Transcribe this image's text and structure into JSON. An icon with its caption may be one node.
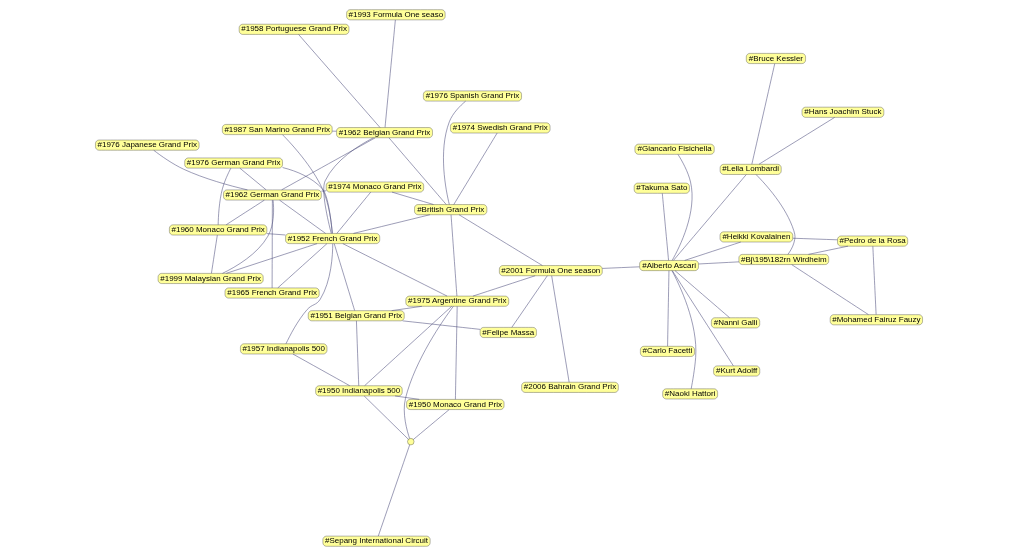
{
  "diagram": {
    "nodes": [
      {
        "text": [
          "#1950 Monaco Grand Prix"
        ]
      },
      {
        "text": [
          "#1950 Indianapolis 500"
        ]
      },
      {
        "text": [
          "#Sepang International Circuit"
        ]
      },
      {
        "text": [
          "#1957 Indianapolis 500"
        ]
      },
      {
        "text": [],
        "shape": "circle"
      },
      {
        "text": [
          "#1965 French Grand Prix"
        ]
      },
      {
        "text": [
          "#1951 Belgian Grand Prix"
        ]
      },
      {
        "text": [
          "#1976 Japanese Grand Prix"
        ]
      },
      {
        "text": [
          "#1974 Monaco Grand Prix"
        ]
      },
      {
        "text": [
          "#Felipe Massa"
        ]
      },
      {
        "text": [
          "#1962 German Grand Prix"
        ]
      },
      {
        "text": [
          "#1975 Argentine Grand Prix"
        ]
      },
      {
        "text": [
          "#1976 German Grand Prix"
        ]
      },
      {
        "text": [
          "#1952 French Grand Prix"
        ]
      },
      {
        "text": [
          "#1960 Monaco Grand Prix"
        ]
      },
      {
        "text": [
          "#British Grand Prix"
        ]
      },
      {
        "text": [
          "#2001 Formula One season"
        ]
      },
      {
        "text": [
          "#1976 Spanish Grand Prix"
        ]
      },
      {
        "text": [
          "#1974 Swedish Grand Prix"
        ]
      },
      {
        "text": [
          "#1999 Malaysian Grand Prix"
        ]
      },
      {
        "text": [
          "#1987 San Marino Grand Prix"
        ]
      },
      {
        "text": [
          "#1962 Belgian Grand Prix"
        ]
      },
      {
        "text": [
          "#1993 Formula One seaso"
        ]
      },
      {
        "text": [
          "#2006 Bahrain Grand Prix"
        ]
      },
      {
        "text": [
          "#1958 Portuguese Grand Prix"
        ]
      },
      {
        "text": [
          "#Naoki Hattori"
        ]
      },
      {
        "text": [
          "#Pedro de la Rosa"
        ]
      },
      {
        "text": [
          "#Heikki Kovalainen"
        ]
      },
      {
        "text": [
          "#Carlo Facetti"
        ]
      },
      {
        "text": [
          "#Mohamed Fairuz Fauzy"
        ]
      },
      {
        "text": [
          "#Giancarlo Fisichella"
        ]
      },
      {
        "text": [
          "#Bj\\195\\182rn Wirdheim"
        ]
      },
      {
        "text": [
          "#Alberto Ascari"
        ]
      },
      {
        "text": [
          "#Lella Lombardi"
        ]
      },
      {
        "text": [
          "#Hans Joachim Stuck"
        ]
      },
      {
        "text": [
          "#Kurt Adolff"
        ]
      },
      {
        "text": [
          "#Nanni Galli"
        ]
      },
      {
        "text": [
          "#Bruce Kessler"
        ]
      },
      {
        "text": [
          "#Takuma Sato"
        ]
      }
    ],
    "edges": [
      {
        "from": 0,
        "to": 1,
        "arrow": "none"
      },
      {
        "from": 1,
        "to": 3,
        "arrow": "none"
      },
      {
        "from": 0,
        "to": 11,
        "arrow": "none"
      },
      {
        "from": 0,
        "to": 4,
        "arrow": "none"
      },
      {
        "from": 2,
        "to": 4,
        "arrow": "none"
      },
      {
        "from": 1,
        "to": 4,
        "arrow": "none"
      },
      {
        "from": 1,
        "to": 6,
        "arrow": "none"
      },
      {
        "from": 1,
        "to": 11,
        "arrow": "none"
      },
      {
        "from": 3,
        "to": 13,
        "arrow": "none"
      },
      {
        "from": 4,
        "to": 11,
        "arrow": "none"
      },
      {
        "from": 6,
        "to": 9,
        "arrow": "none"
      },
      {
        "from": 6,
        "to": 11,
        "arrow": "none"
      },
      {
        "from": 6,
        "to": 13,
        "arrow": "none"
      },
      {
        "from": 9,
        "to": 16,
        "arrow": "none"
      },
      {
        "from": 5,
        "to": 10,
        "arrow": "none"
      },
      {
        "from": 5,
        "to": 13,
        "arrow": "none"
      },
      {
        "from": 7,
        "to": 10,
        "arrow": "none"
      },
      {
        "from": 8,
        "to": 10,
        "arrow": "none"
      },
      {
        "from": 8,
        "to": 13,
        "arrow": "none"
      },
      {
        "from": 8,
        "to": 15,
        "arrow": "none"
      },
      {
        "from": 10,
        "to": 12,
        "arrow": "none"
      },
      {
        "from": 10,
        "to": 14,
        "arrow": "none"
      },
      {
        "from": 10,
        "to": 19,
        "arrow": "none"
      },
      {
        "from": 10,
        "to": 13,
        "arrow": "none"
      },
      {
        "from": 10,
        "to": 21,
        "arrow": "none"
      },
      {
        "from": 11,
        "to": 13,
        "arrow": "none"
      },
      {
        "from": 11,
        "to": 15,
        "arrow": "none"
      },
      {
        "from": 11,
        "to": 16,
        "arrow": "none"
      },
      {
        "from": 12,
        "to": 14,
        "arrow": "none"
      },
      {
        "from": 12,
        "to": 13,
        "arrow": "none"
      },
      {
        "from": 14,
        "to": 13,
        "arrow": "none"
      },
      {
        "from": 14,
        "to": 19,
        "arrow": "none"
      },
      {
        "from": 13,
        "to": 15,
        "arrow": "none"
      },
      {
        "from": 13,
        "to": 19,
        "arrow": "none"
      },
      {
        "from": 13,
        "to": 21,
        "arrow": "none"
      },
      {
        "from": 13,
        "to": 20,
        "arrow": "none"
      },
      {
        "from": 15,
        "to": 16,
        "arrow": "none"
      },
      {
        "from": 15,
        "to": 21,
        "arrow": "none"
      },
      {
        "from": 15,
        "to": 18,
        "arrow": "none"
      },
      {
        "from": 15,
        "to": 17,
        "arrow": "none"
      },
      {
        "from": 21,
        "to": 20,
        "arrow": "none"
      },
      {
        "from": 21,
        "to": 22,
        "arrow": "none"
      },
      {
        "from": 21,
        "to": 24,
        "arrow": "none"
      },
      {
        "from": 16,
        "to": 23,
        "arrow": "none"
      },
      {
        "from": 16,
        "to": 32,
        "arrow": "none"
      },
      {
        "from": 32,
        "to": 25,
        "arrow": "none"
      },
      {
        "from": 32,
        "to": 30,
        "arrow": "none"
      },
      {
        "from": 32,
        "to": 28,
        "arrow": "none"
      },
      {
        "from": 32,
        "to": 27,
        "arrow": "none"
      },
      {
        "from": 32,
        "to": 31,
        "arrow": "none"
      },
      {
        "from": 32,
        "to": 33,
        "arrow": "none"
      },
      {
        "from": 32,
        "to": 35,
        "arrow": "none"
      },
      {
        "from": 32,
        "to": 36,
        "arrow": "none"
      },
      {
        "from": 32,
        "to": 38,
        "arrow": "none"
      },
      {
        "from": 27,
        "to": 26,
        "arrow": "none"
      },
      {
        "from": 26,
        "to": 31,
        "arrow": "none"
      },
      {
        "from": 26,
        "to": 29,
        "arrow": "none"
      },
      {
        "from": 31,
        "to": 29,
        "arrow": "none"
      },
      {
        "from": 31,
        "to": 33,
        "arrow": "none"
      },
      {
        "from": 33,
        "to": 34,
        "arrow": "none"
      },
      {
        "from": 33,
        "to": 37,
        "arrow": "none"
      }
    ]
  }
}
